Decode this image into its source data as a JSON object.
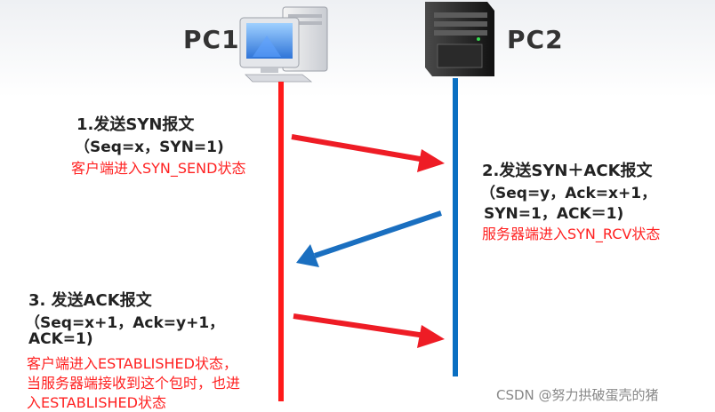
{
  "pc1": {
    "title": "PC1",
    "icon": "desktop-computer-icon"
  },
  "pc2": {
    "title": "PC2",
    "icon": "server-tower-icon"
  },
  "step1": {
    "title": "1.发送SYN报文",
    "detail": "（Seq=x，SYN=1)",
    "state": "客户端进入SYN_SEND状态"
  },
  "step2": {
    "title": "2.发送SYN＋ACK报文",
    "detail_line1": "（Seq=y，Ack=x+1，",
    "detail_line2": "SYN=1，ACK＝1)",
    "state": "服务器端进入SYN_RCV状态"
  },
  "step3": {
    "title": "3. 发送ACK报文",
    "detail_line1": "（Seq=x+1，Ack=y+1，",
    "detail_line2": "ACK=1)",
    "state_line1": "客户端进入ESTABLISHED状态，",
    "state_line2": "当服务器端接收到这个包时，也进",
    "state_line3": "入ESTABLISHED状态"
  },
  "watermark": "CSDN @努力拱破蛋壳的猪",
  "colors": {
    "pc1_line": "#ff1a1a",
    "pc2_line": "#0a6fc2",
    "arrow_to_pc2": "#ee1c25",
    "arrow_to_pc1": "#1a6fc0",
    "state_text": "#ff2222"
  }
}
